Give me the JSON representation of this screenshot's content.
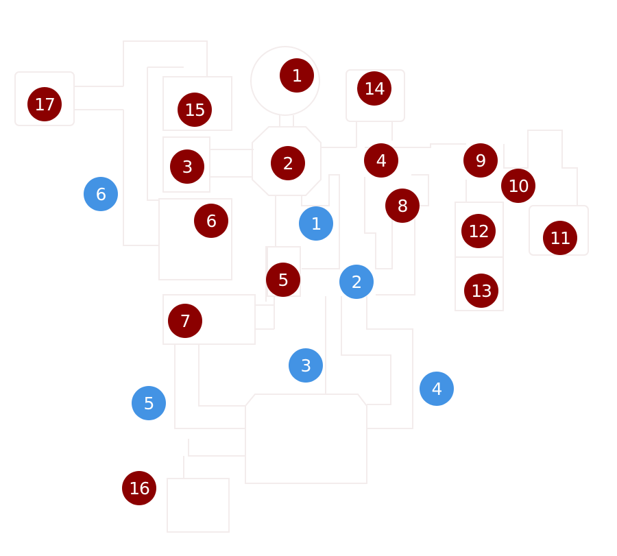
{
  "colors": {
    "room_marker": "#8b0000",
    "area_marker": "#4393e4",
    "outline": "#f3ecec"
  },
  "room_markers": [
    {
      "label": "1"
    },
    {
      "label": "2"
    },
    {
      "label": "3"
    },
    {
      "label": "4"
    },
    {
      "label": "5"
    },
    {
      "label": "6"
    },
    {
      "label": "7"
    },
    {
      "label": "8"
    },
    {
      "label": "9"
    },
    {
      "label": "10"
    },
    {
      "label": "11"
    },
    {
      "label": "12"
    },
    {
      "label": "13"
    },
    {
      "label": "14"
    },
    {
      "label": "15"
    },
    {
      "label": "16"
    },
    {
      "label": "17"
    }
  ],
  "area_markers": [
    {
      "label": "1"
    },
    {
      "label": "2"
    },
    {
      "label": "3"
    },
    {
      "label": "4"
    },
    {
      "label": "5"
    },
    {
      "label": "6"
    }
  ]
}
